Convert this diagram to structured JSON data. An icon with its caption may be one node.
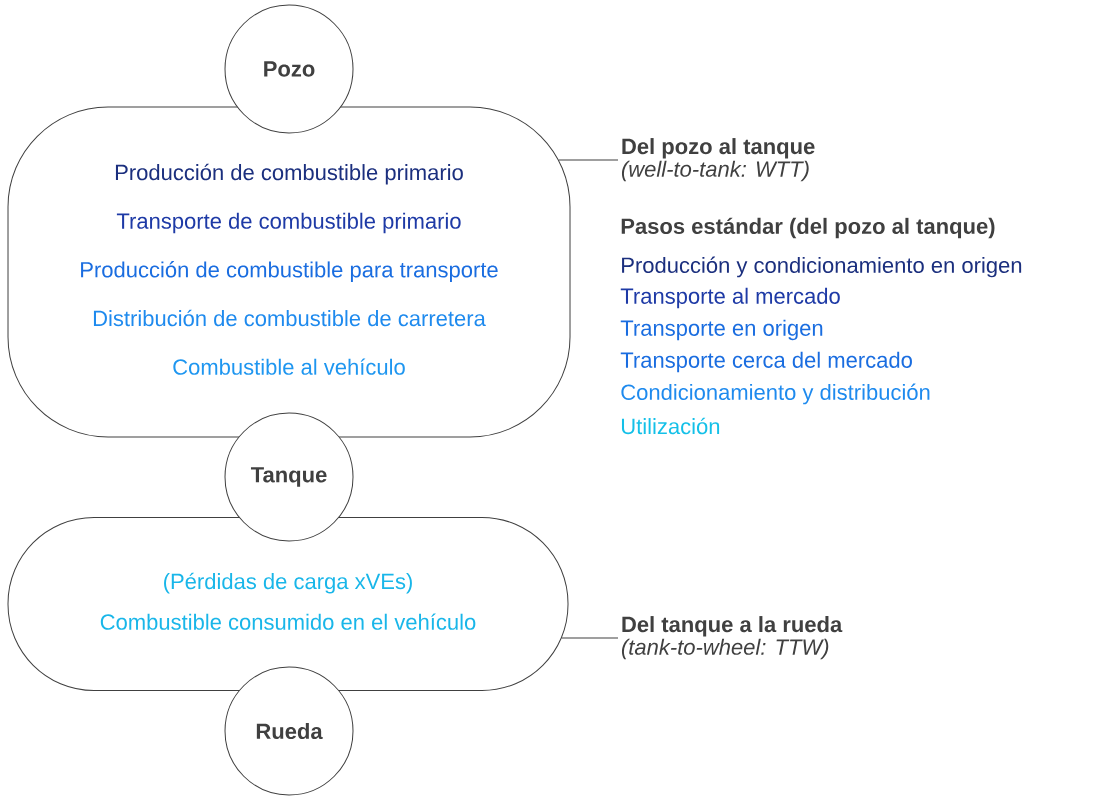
{
  "diagram": {
    "nodes": [
      {
        "text": [
          "Pozo"
        ]
      },
      {
        "text": [
          "Producción de combustible primario",
          "Transporte de combustible primario",
          "Producción de combustible para transporte",
          "Distribución de combustible de carretera",
          "Combustible al vehículo"
        ]
      },
      {
        "text": [
          "Tanque"
        ]
      },
      {
        "text": [
          "(Pérdidas de carga  xVEs)",
          "Combustible consumido en el vehículo"
        ]
      },
      {
        "text": [
          "Rueda"
        ]
      },
      {
        "text": [
          "Del pozo al tanque",
          "(well-to-tank: WTT)"
        ]
      },
      {
        "text": [
          "Del tanque a la rueda",
          "(tank-to-wheel: TTW)"
        ]
      }
    ],
    "edges": [
      {
        "from": 5,
        "to": 1,
        "arrow": "none"
      },
      {
        "from": 6,
        "to": 3,
        "arrow": "none"
      }
    ],
    "labels": [
      "Pasos estándar (del pozo al tanque)",
      "Producción y condicionamiento en origen",
      "Transporte al mercado",
      "Transporte en origen",
      "Transporte cerca del mercado",
      "Condicionamiento y distribución",
      "Utilización"
    ]
  }
}
